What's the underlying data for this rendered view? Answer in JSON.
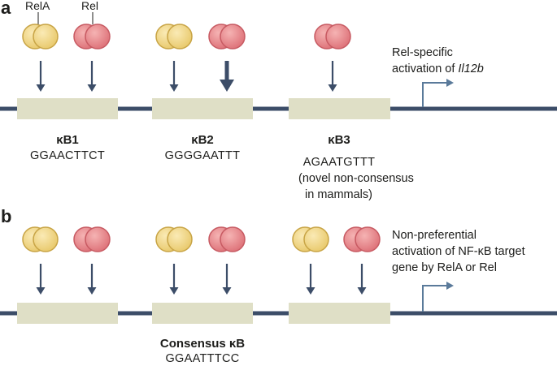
{
  "panel_a": {
    "letter": "a",
    "protein_labels": {
      "rela": "RelA",
      "rel": "Rel"
    },
    "sites": [
      {
        "name": "κB1",
        "sequence": "GGAACTTCT"
      },
      {
        "name": "κB2",
        "sequence": "GGGGAATTT"
      },
      {
        "name": "κB3",
        "sequence": "AGAATGTTT",
        "note_line1": "(novel non-consensus",
        "note_line2": "in mammals)"
      }
    ],
    "activation_line1": "Rel-specific",
    "activation_line2_prefix": "activation of ",
    "activation_gene": "Il12b"
  },
  "panel_b": {
    "letter": "b",
    "consensus_name": "Consensus κB",
    "consensus_sequence": "GGAATTTCC",
    "activation_line1": "Non-preferential",
    "activation_line2": "activation of NF-κB target",
    "activation_line3": "gene by RelA or Rel"
  },
  "colors": {
    "dna": "#3c4d68",
    "box": "#dfdfc6",
    "rela_fill": "#f0d587",
    "rela_stroke": "#c8a445",
    "rel_fill": "#e88a8d",
    "rel_stroke": "#c75a62",
    "arrow": "#3c4d68",
    "tss": "#5a7a9a"
  }
}
